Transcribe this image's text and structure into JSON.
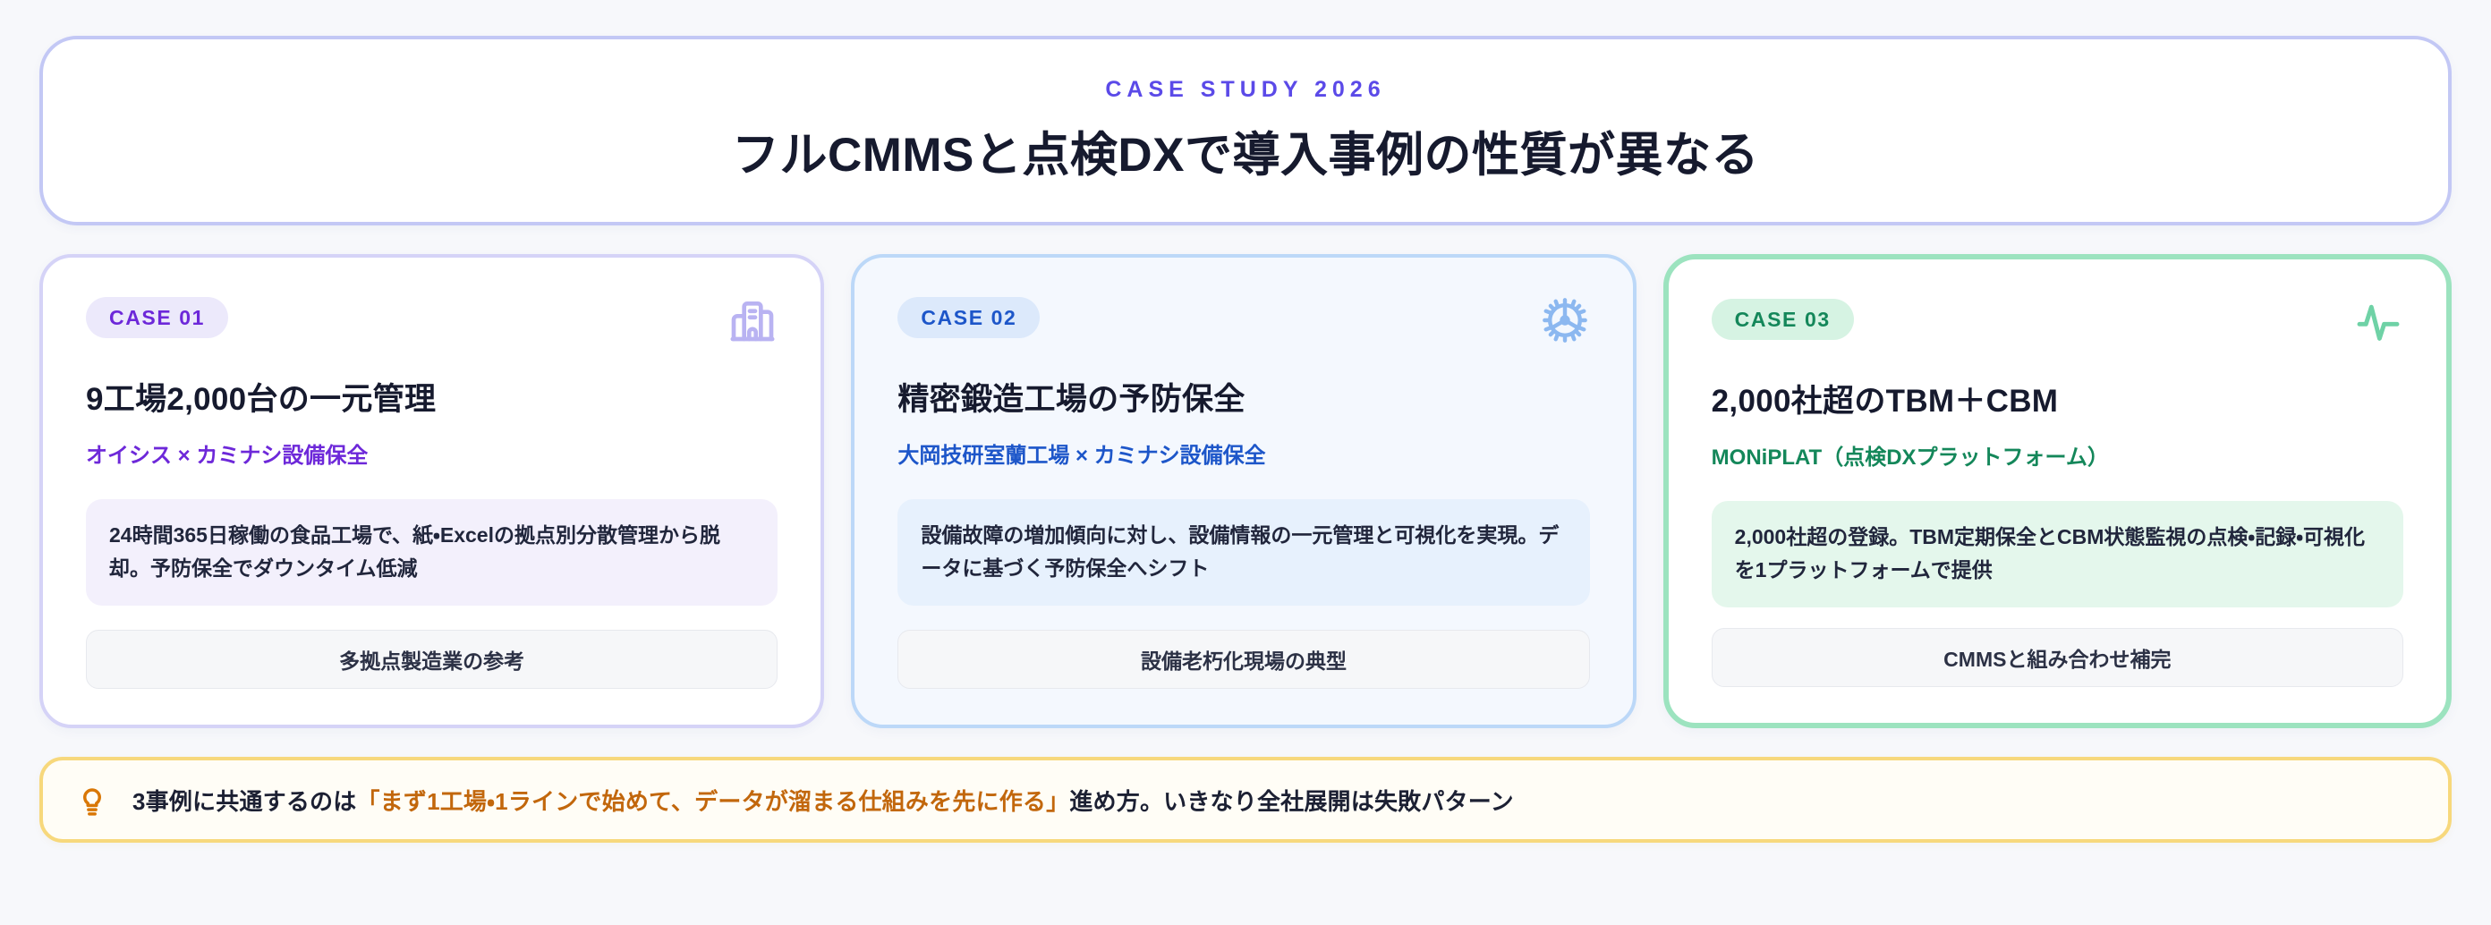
{
  "header": {
    "eyebrow": "CASE STUDY 2026",
    "headline": "フルCMMSと点検DXで導入事例の性質が異なる",
    "border_color": "#c3c8f5",
    "eyebrow_color": "#5b4ae8"
  },
  "cases": [
    {
      "badge": "CASE 01",
      "title": "9工場2,000台の一元管理",
      "subtitle": "オイシス × カミナシ設備保全",
      "body": "24時間365日稼働の食品工場で、紙・Excelの拠点別分散管理から脱却。予防保全でダウンタイム低減",
      "footer": "多拠点製造業の参考",
      "icon": "factory-building-icon",
      "accent_color": "#6d28d9",
      "border_color": "#d5d3f7"
    },
    {
      "badge": "CASE 02",
      "title": "精密鍛造工場の予防保全",
      "subtitle": "大岡技研室蘭工場 × カミナシ設備保全",
      "body": "設備故障の増加傾向に対し、設備情報の一元管理と可視化を実現。データに基づく予防保全へシフト",
      "footer": "設備老朽化現場の典型",
      "icon": "gear-icon",
      "accent_color": "#1d56c9",
      "border_color": "#bcd8f8"
    },
    {
      "badge": "CASE 03",
      "title": "2,000社超のTBM＋CBM",
      "subtitle": "MONiPLAT（点検DXプラットフォーム）",
      "body": "2,000社超の登録。TBM定期保全とCBM状態監視の点検・記録・可視化を1プラットフォームで提供",
      "footer": "CMMSと組み合わせ補完",
      "icon": "activity-pulse-icon",
      "accent_color": "#14875a",
      "border_color": "#9ce3bf"
    }
  ],
  "footer_banner": {
    "icon": "lightbulb-icon",
    "lead": "3事例に共通するのは",
    "highlight": "「まず1工場・1ラインで始めて、データが溜まる仕組みを先に作る」",
    "tail": "進め方。いきなり全社展開は失敗パターン",
    "border_color": "#f7d87c",
    "highlight_color": "#c2670c"
  }
}
